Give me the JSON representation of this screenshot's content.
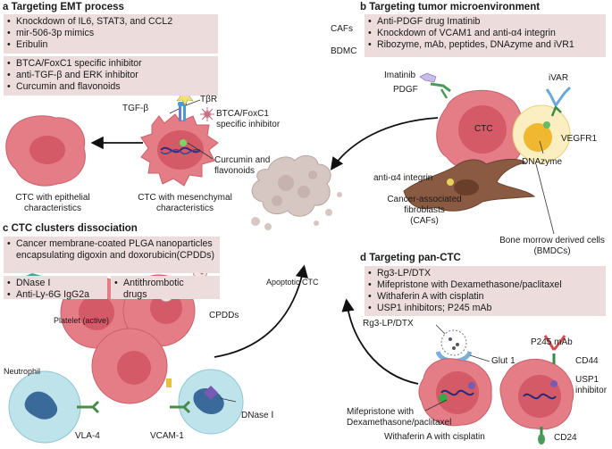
{
  "panel_a": {
    "title": "a Targeting EMT process",
    "box1": [
      "Knockdown of IL6, STAT3, and CCL2",
      "mir-506-3p mimics",
      "Eribulin"
    ],
    "box2": [
      "BTCA/FoxC1 specific inhibitor",
      "anti-TGF-β and ERK inhibitor",
      "Curcumin and flavonoids"
    ],
    "tgf_beta": "TGF-β",
    "tbr": "TβR",
    "btca_1": "BTCA/FoxC1",
    "btca_2": "specific inhibitor",
    "curcumin_1": "Curcumin and",
    "curcumin_2": "flavonoids",
    "epi_1": "CTC with epithelial",
    "epi_2": "characteristics",
    "mes_1": "CTC with mesenchymal",
    "mes_2": "characteristics"
  },
  "panel_b": {
    "title": "b Targeting tumor microenvironment",
    "cafs_side": "CAFs",
    "bdmc_side": "BDMC",
    "items": [
      "Anti-PDGF drug Imatinib",
      "Knockdown of VCAM1 and anti-α4 integrin",
      "Ribozyme, mAb, peptides, DNAzyme and iVR1"
    ],
    "imatinib": "Imatinib",
    "pdgf": "PDGF",
    "ctc": "CTC",
    "ivar": "iVAR",
    "vegfr1": "VEGFR1",
    "dnazyme": "DNAzyme",
    "anti_a4": "anti-α4 integrin",
    "caf_1": "Cancer-associated fibroblasts",
    "caf_2": "(CAFs)",
    "bmdc_1": "Bone morrow derived cells",
    "bmdc_2": "(BMDCs)"
  },
  "center": {
    "apoptotic": "Apoptotic CTC"
  },
  "panel_c": {
    "title": "c CTC clusters dissociation",
    "box1": "Cancer membrane-coated PLGA nanoparticles encapsulating digoxin and doxorubicin(CPDDs)",
    "box2": [
      "DNase Ⅰ",
      "Anti-Ly-6G IgG2a"
    ],
    "box3_1": "Antithrombotic",
    "box3_2": "drugs",
    "platelet": "Platelet (active)",
    "cpdds": "CPDDs",
    "neutrophil": "Neutrophil",
    "vla4": "VLA-4",
    "vcam1": "VCAM-1",
    "dnase": "DNase Ⅰ"
  },
  "panel_d": {
    "title": "d Targeting pan-CTC",
    "items": [
      "Rg3-LP/DTX",
      "Mifepristone with Dexamethasone/paclitaxel",
      "Withaferin A with cisplatin",
      "USP1 inhibitors; P245 mAb"
    ],
    "rg3": "Rg3-LP/DTX",
    "glut1": "Glut 1",
    "p245": "P245 mAb",
    "cd44": "CD44",
    "usp1_1": "USP1",
    "usp1_2": "inhibitor",
    "mife_1": "Mifepristone with",
    "mife_2": "Dexamethasone/paclitaxel",
    "withaferin": "Withaferin A with cisplatin",
    "cd24": "CD24"
  }
}
